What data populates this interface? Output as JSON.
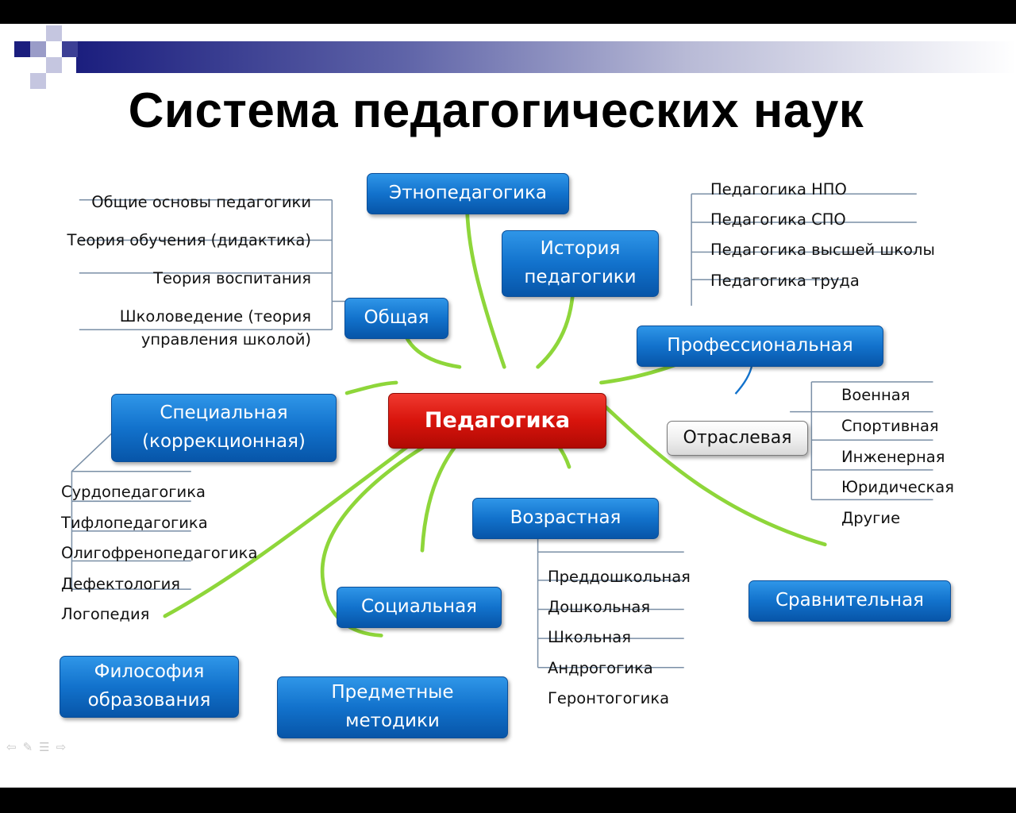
{
  "title": "Система педагогических наук",
  "center": "Педагогика",
  "branches": {
    "ethno": "Этнопедагогика",
    "history": [
      "История",
      "педагогики"
    ],
    "general": "Общая",
    "professional": "Профессиональная",
    "special": [
      "Специальная",
      "(коррекционная)"
    ],
    "sectoral": "Отраслевая",
    "age": "Возрастная",
    "social": "Социальная",
    "comparative": "Сравнительная",
    "philosophy": [
      "Философия",
      "образования"
    ],
    "methods": [
      "Предметные",
      "методики"
    ]
  },
  "general_items": [
    "Общие основы педагогики",
    "Теория обучения (дидактика)",
    "Теория воспитания",
    "Школоведение (теория",
    "управления школой)"
  ],
  "professional_items": [
    "Педагогика НПО",
    "Педагогика СПО",
    "Педагогика высшей школы",
    "Педагогика труда"
  ],
  "sectoral_items": [
    "Военная",
    "Спортивная",
    "Инженерная",
    "Юридическая",
    "Другие"
  ],
  "special_items": [
    "Сурдопедагогика",
    "Тифлопедагогика",
    "Олигофренопедагогика",
    "Дефектология",
    "Логопедия"
  ],
  "age_items": [
    "Преддошкольная",
    "Дошкольная",
    "Школьная",
    "Андрогогика",
    "Геронтогогика"
  ],
  "colors": {
    "connector": "#8ed63a",
    "node_blue": "#1272cc",
    "node_red": "#d8140c",
    "header_dark": "#1b1e7e",
    "line_grey": "#7a8fa6"
  }
}
